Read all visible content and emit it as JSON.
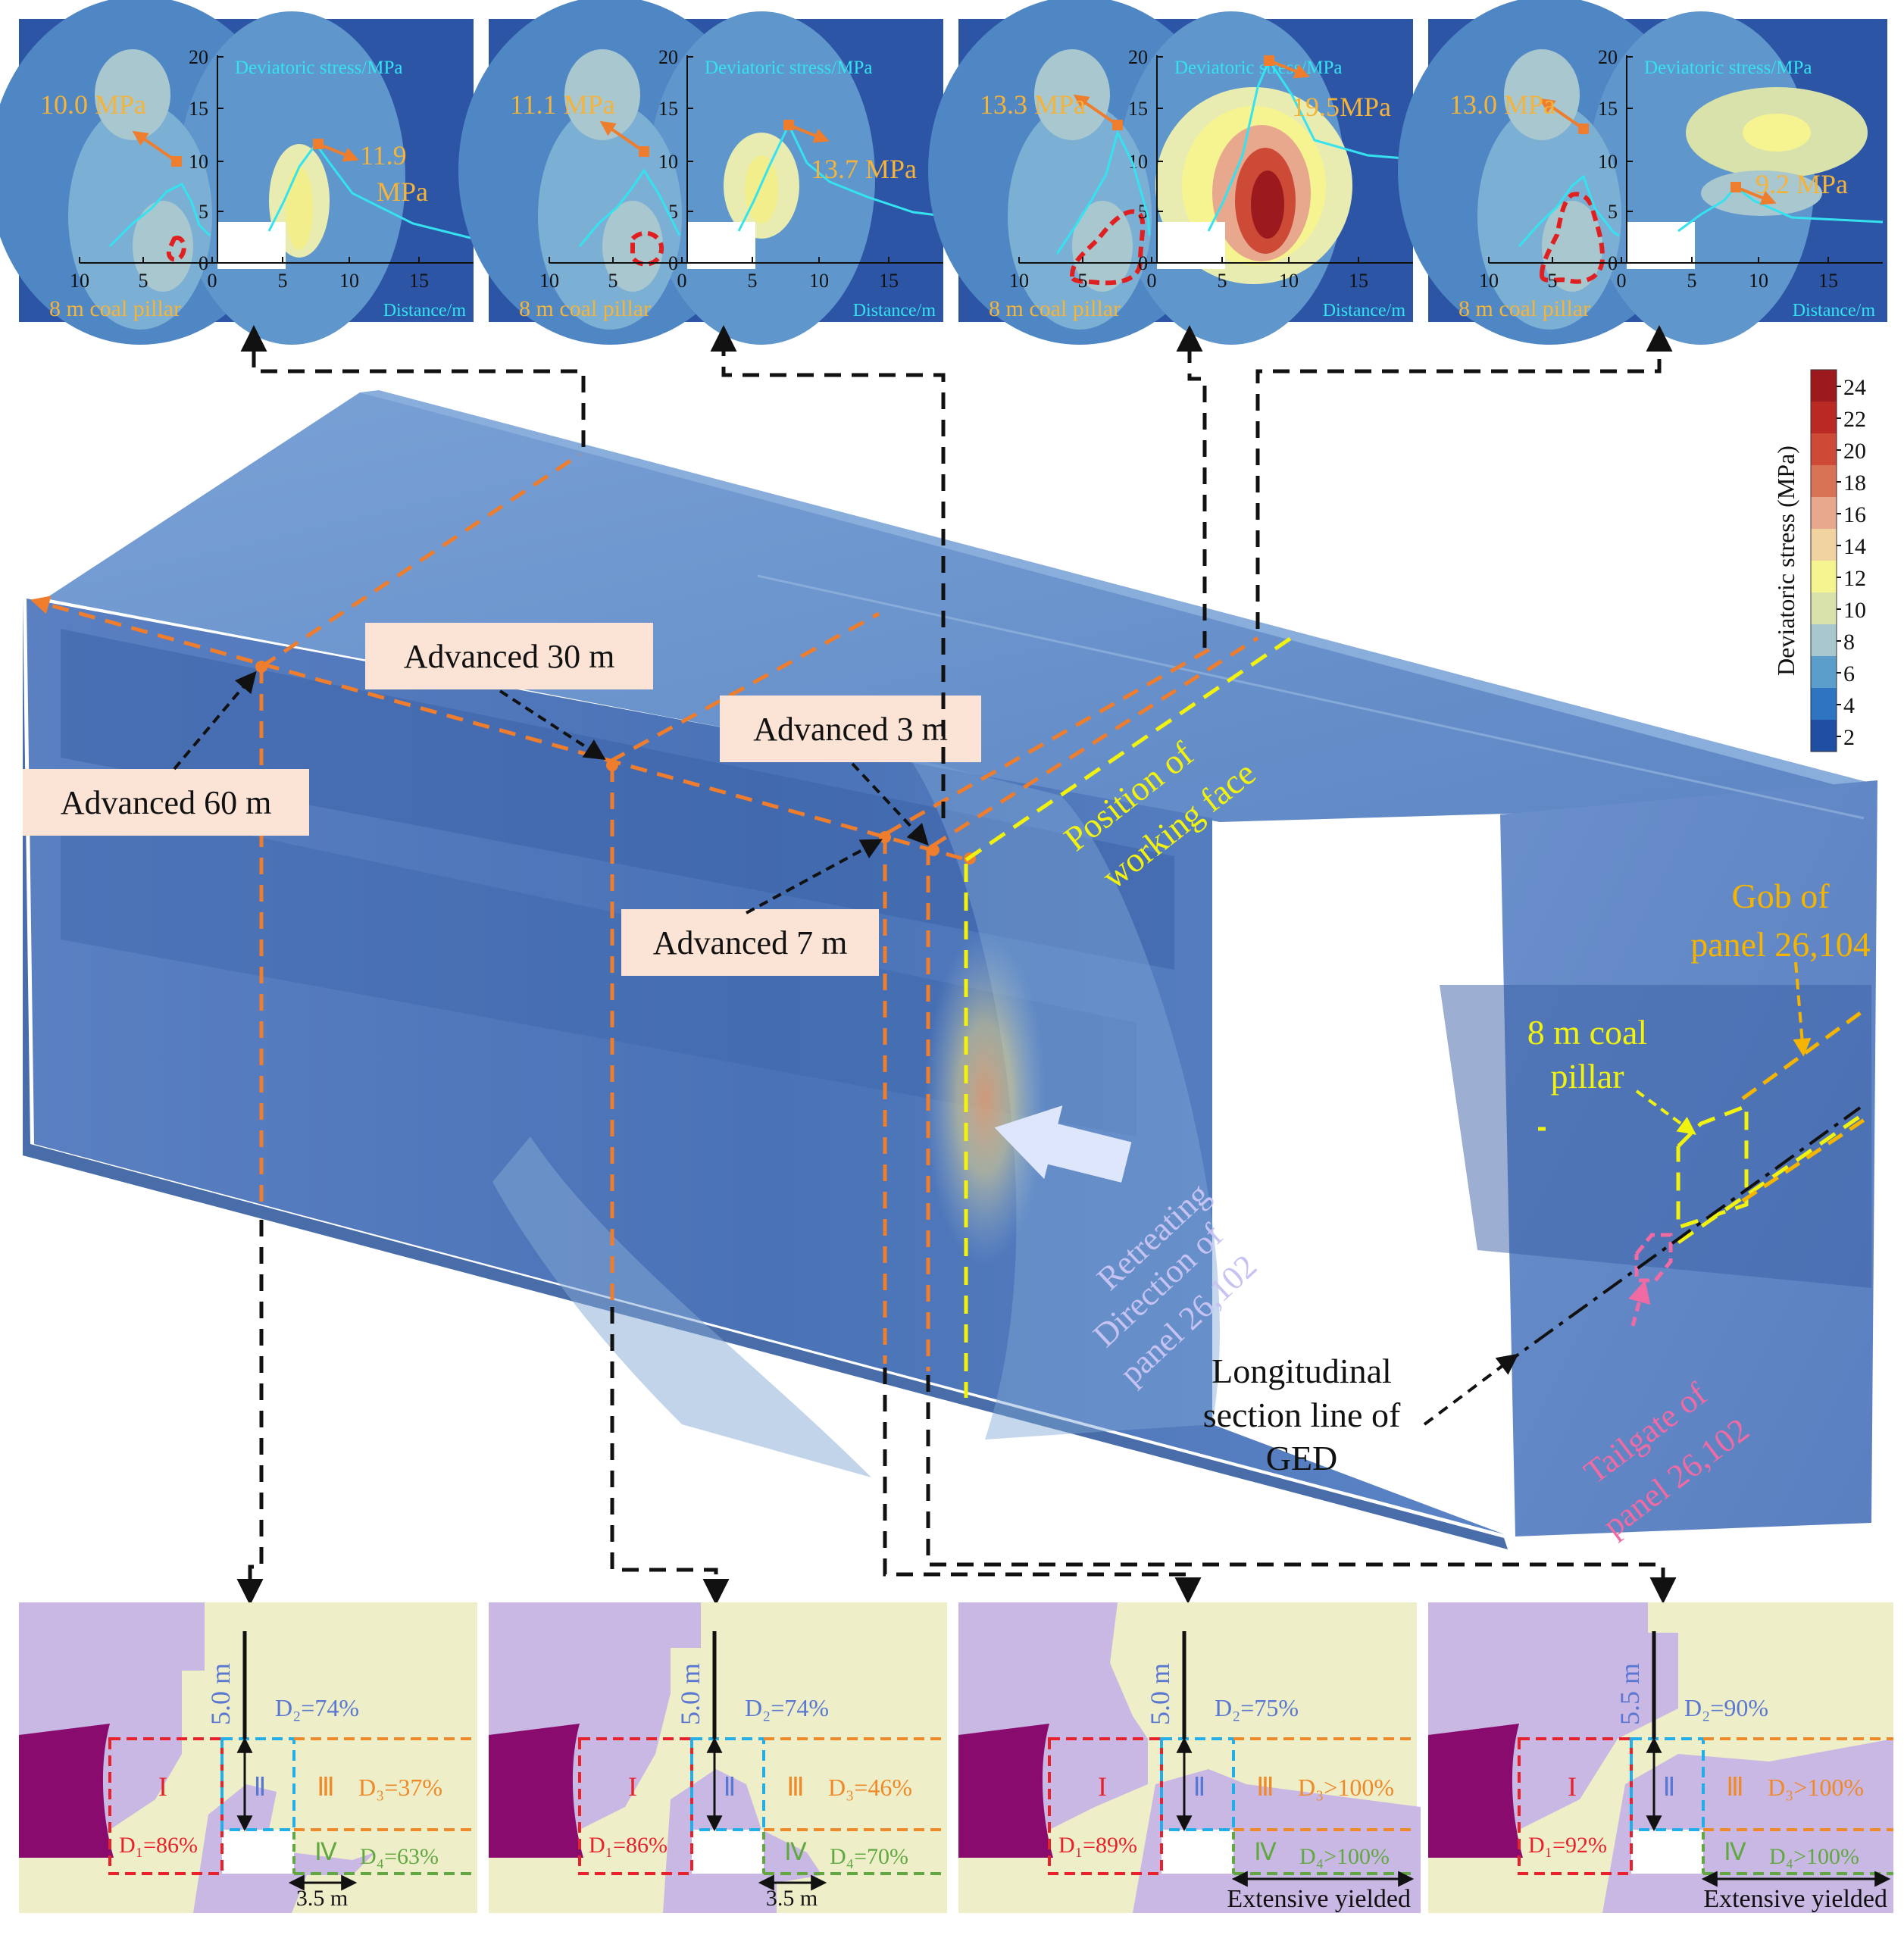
{
  "colors": {
    "background": "#ffffff",
    "block_fill": "#4f78b8",
    "block_light": "#7ea3d2",
    "block_dark": "#2c4f92",
    "orange_dash": "#ee7d2d",
    "yellow_dash": "#f2f20f",
    "black_dash": "#111111",
    "label_box": "#fbe3d5",
    "curve": "#35e2f0",
    "peak_label": "#f4b33a",
    "plastic_zone": "#e02020",
    "pink": "#f06aa4",
    "gold": "#f4b400",
    "map_yellow": "#eeeec8",
    "map_lilac": "#c9b8e4",
    "map_purple": "#8a0b6e",
    "zone_I": "#e8212a",
    "zone_II": "#22aee8",
    "zone_III": "#ee8a2a",
    "zone_IV": "#62a842",
    "zone_II_text": "#5a78d2"
  },
  "colorbar": {
    "title": "Deviatoric stress (MPa)",
    "ticks": [
      "24",
      "22",
      "20",
      "18",
      "16",
      "14",
      "12",
      "10",
      "8",
      "6",
      "4",
      "2"
    ],
    "colors": [
      "#9c1a1e",
      "#b92a24",
      "#cc4a36",
      "#d97356",
      "#e7a88d",
      "#f1d3a1",
      "#f6f490",
      "#d8e2aa",
      "#a9c7cf",
      "#5b9dcb",
      "#2f74c0",
      "#1f4ea2"
    ]
  },
  "stress_panels": [
    {
      "peak_left": "10.0 MPa",
      "peak_right_line1": "11.9",
      "peak_right_line2": "MPa",
      "y_axis_title": "Deviatoric stress/MPa",
      "x_axis_title": "Distance/m",
      "y_ticks": [
        "20",
        "15",
        "10",
        "5",
        "0"
      ],
      "x_ticks_left": [
        "10",
        "5",
        "0"
      ],
      "x_ticks_right": [
        "5",
        "10",
        "15"
      ],
      "pillar_label": "8 m coal pillar"
    },
    {
      "peak_left": "11.1 MPa",
      "peak_right_line1": "13.7 MPa",
      "peak_right_line2": "",
      "y_axis_title": "Deviatoric stress/MPa",
      "x_axis_title": "Distance/m",
      "y_ticks": [
        "20",
        "15",
        "10",
        "5",
        "0"
      ],
      "x_ticks_left": [
        "10",
        "5",
        "0"
      ],
      "x_ticks_right": [
        "5",
        "10",
        "15"
      ],
      "pillar_label": "8 m coal pillar"
    },
    {
      "peak_left": "13.3 MPa",
      "peak_right_line1": "19.5MPa",
      "peak_right_line2": "",
      "y_axis_title": "Deviatoric stress/MPa",
      "x_axis_title": "Distance/m",
      "y_ticks": [
        "20",
        "15",
        "10",
        "5",
        "0"
      ],
      "x_ticks_left": [
        "10",
        "5",
        "0"
      ],
      "x_ticks_right": [
        "5",
        "10",
        "15"
      ],
      "pillar_label": "8 m coal pillar"
    },
    {
      "peak_left": "13.0 MPa",
      "peak_right_line1": "9.2 MPa",
      "peak_right_line2": "",
      "y_axis_title": "Deviatoric stress/MPa",
      "x_axis_title": "Distance/m",
      "y_ticks": [
        "20",
        "15",
        "10",
        "5",
        "0"
      ],
      "x_ticks_left": [
        "10",
        "5",
        "0"
      ],
      "x_ticks_right": [
        "5",
        "10",
        "15"
      ],
      "pillar_label": "8 m coal pillar"
    }
  ],
  "main_block": {
    "advance_labels": [
      "Advanced 60 m",
      "Advanced 30 m",
      "Advanced 7 m",
      "Advanced 3 m"
    ],
    "working_face_line1": "Position of",
    "working_face_line2": "working face",
    "retreat_line1": "Retreating",
    "retreat_line2": "Direction of",
    "retreat_line3": "panel 26,102",
    "gob_line1": "Gob of",
    "gob_line2": "panel 26,104",
    "pillar_line1": "8 m coal",
    "pillar_line2": "pillar",
    "section_line1": "Longitudinal",
    "section_line2": "section line of",
    "section_line3": "GED",
    "tailgate_line1": "Tailgate of",
    "tailgate_line2": "panel 26,102"
  },
  "plastic_panels": [
    {
      "height_label": "5.0 m",
      "zone_I": "I",
      "zone_II": "Ⅱ",
      "zone_III": "Ⅲ",
      "zone_IV": "Ⅳ",
      "D1": "D₁=86%",
      "D2": "D₂=74%",
      "D3": "D₃=37%",
      "D4": "D₄=63%",
      "bottom_label": "3.5 m"
    },
    {
      "height_label": "5.0 m",
      "zone_I": "I",
      "zone_II": "Ⅱ",
      "zone_III": "Ⅲ",
      "zone_IV": "Ⅳ",
      "D1": "D₁=86%",
      "D2": "D₂=74%",
      "D3": "D₃=46%",
      "D4": "D₄=70%",
      "bottom_label": "3.5 m"
    },
    {
      "height_label": "5.0 m",
      "zone_I": "I",
      "zone_II": "Ⅱ",
      "zone_III": "Ⅲ",
      "zone_IV": "Ⅳ",
      "D1": "D₁=89%",
      "D2": "D₂=75%",
      "D3": "D₃>100%",
      "D4": "D₄>100%",
      "bottom_label": "Extensive yielded"
    },
    {
      "height_label": "5.5 m",
      "zone_I": "I",
      "zone_II": "Ⅱ",
      "zone_III": "Ⅲ",
      "zone_IV": "Ⅳ",
      "D1": "D₁=92%",
      "D2": "D₂=90%",
      "D3": "D₃>100%",
      "D4": "D₄>100%",
      "bottom_label": "Extensive yielded"
    }
  ]
}
